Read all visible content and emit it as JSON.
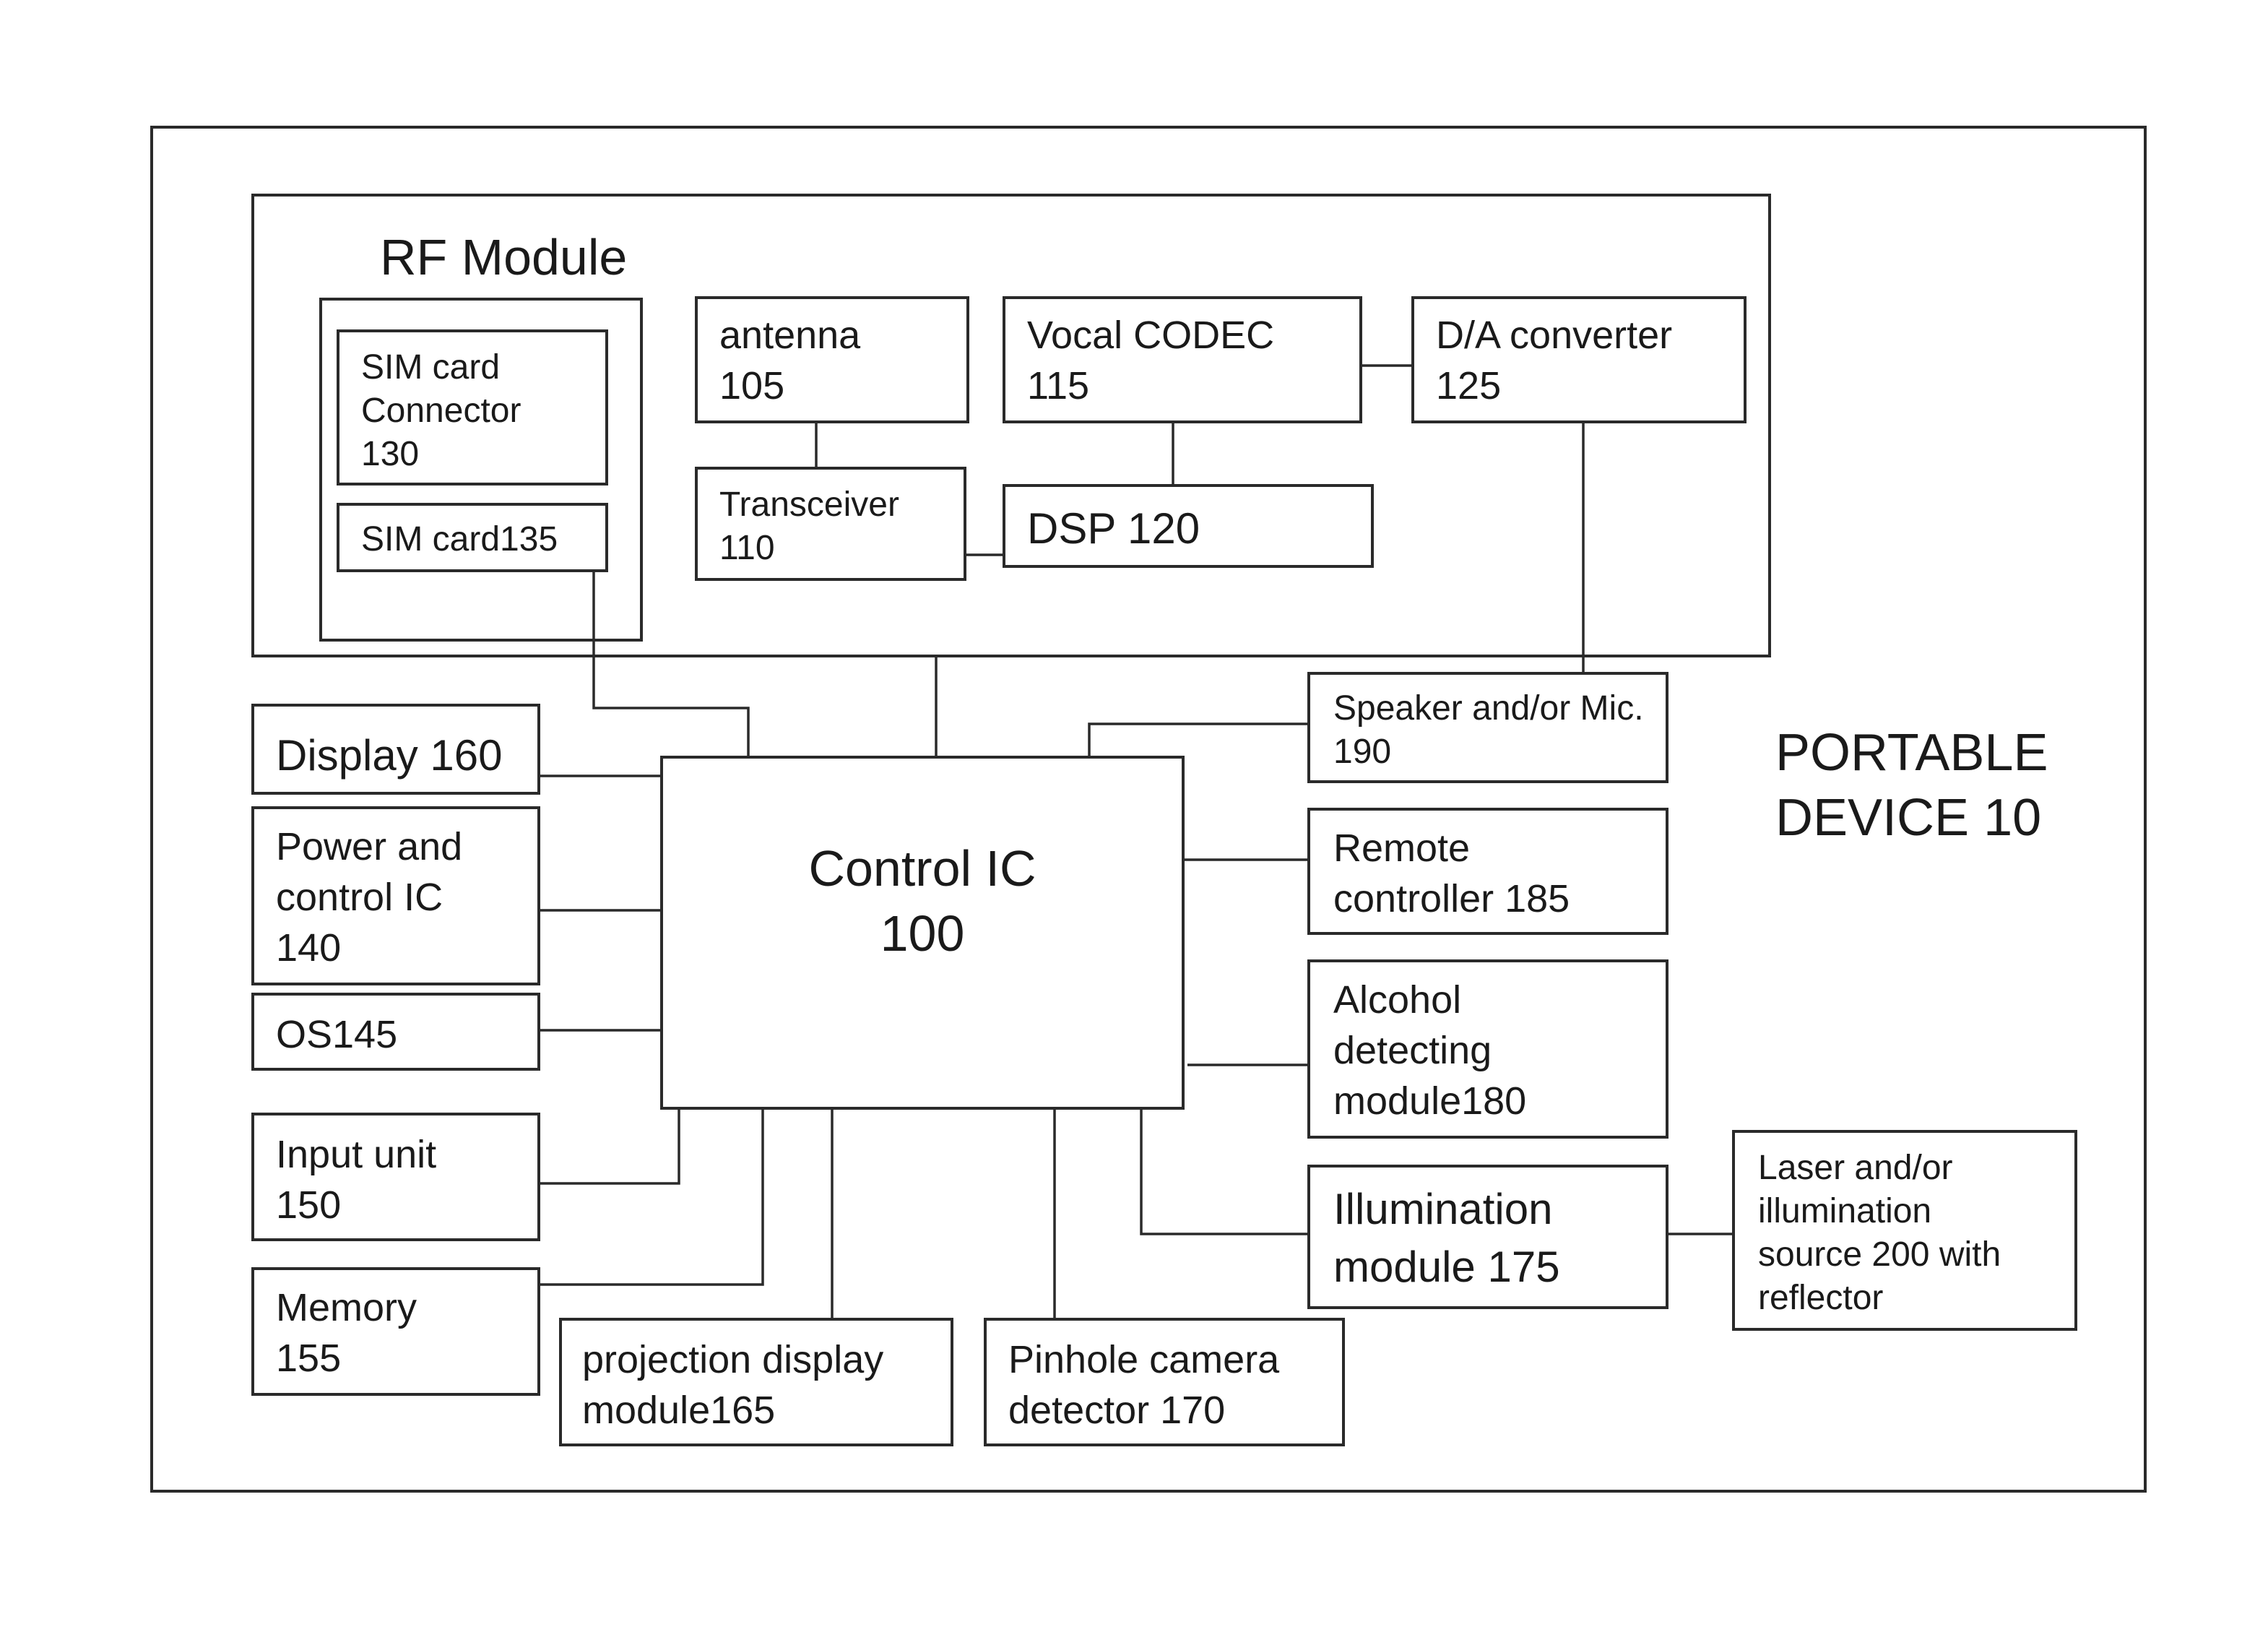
{
  "device": {
    "label_line1": "PORTABLE",
    "label_line2": "DEVICE 10"
  },
  "rf_module": {
    "title": "RF Module"
  },
  "blocks": {
    "sim_connector": {
      "line1": "SIM card",
      "line2": "Connector",
      "line3": "130"
    },
    "sim_card": {
      "line1": "SIM card135"
    },
    "antenna": {
      "line1": "antenna",
      "line2": "105"
    },
    "transceiver": {
      "line1": "Transceiver",
      "line2": "110"
    },
    "vocal_codec": {
      "line1": "Vocal CODEC",
      "line2": "115"
    },
    "dsp": {
      "line1": "DSP 120"
    },
    "da_converter": {
      "line1": "D/A converter",
      "line2": "125"
    },
    "speaker_mic": {
      "line1": "Speaker and/or Mic.",
      "line2": "190"
    },
    "control_ic": {
      "line1": "Control IC",
      "line2": "100"
    },
    "display": {
      "line1": "Display 160"
    },
    "power_control": {
      "line1": "Power and",
      "line2": "control IC",
      "line3": "140"
    },
    "os": {
      "line1": "OS145"
    },
    "input_unit": {
      "line1": "Input unit",
      "line2": "150"
    },
    "memory": {
      "line1": "Memory",
      "line2": "155"
    },
    "projection": {
      "line1": "projection display",
      "line2": "module165"
    },
    "pinhole": {
      "line1": "Pinhole camera",
      "line2": "detector 170"
    },
    "remote": {
      "line1": "Remote",
      "line2": "controller 185"
    },
    "alcohol": {
      "line1": "Alcohol",
      "line2": "detecting",
      "line3": "module180"
    },
    "illumination": {
      "line1": "Illumination",
      "line2": "module 175"
    },
    "laser": {
      "line1": "Laser and/or",
      "line2": "illumination",
      "line3": "source 200 with",
      "line4": "reflector"
    }
  }
}
